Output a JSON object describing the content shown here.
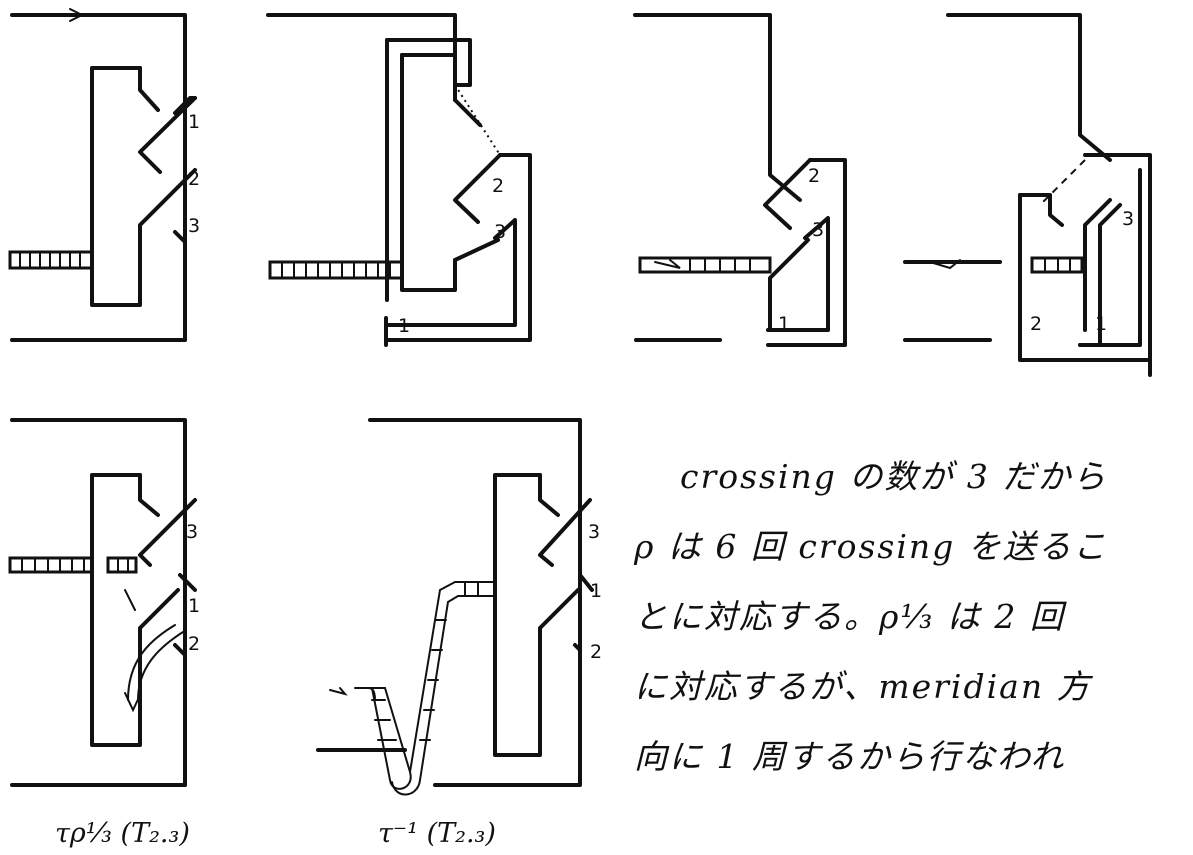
{
  "panels": [
    {
      "id": "p1",
      "numbers": [
        "1",
        "2",
        "3"
      ]
    },
    {
      "id": "p2",
      "numbers": [
        "2",
        "3",
        "1"
      ]
    },
    {
      "id": "p3",
      "numbers": [
        "2",
        "3",
        "1"
      ]
    },
    {
      "id": "p4",
      "numbers": [
        "3",
        "2",
        "1"
      ]
    },
    {
      "id": "p5",
      "numbers": [
        "3",
        "1",
        "2"
      ],
      "caption": "τρ⅓ (T₂.₃)"
    },
    {
      "id": "p6",
      "numbers": [
        "3",
        "1",
        "2"
      ],
      "caption": "τ⁻¹ (T₂.₃)"
    }
  ],
  "text_block": {
    "lines": [
      "crossing の数が 3 だから",
      "ρ は 6 回 crossing を送るこ",
      "とに対応する。ρ⅓ は 2 回",
      "に対応するが、meridian 方",
      "向に 1 周するから行なわれ"
    ]
  }
}
